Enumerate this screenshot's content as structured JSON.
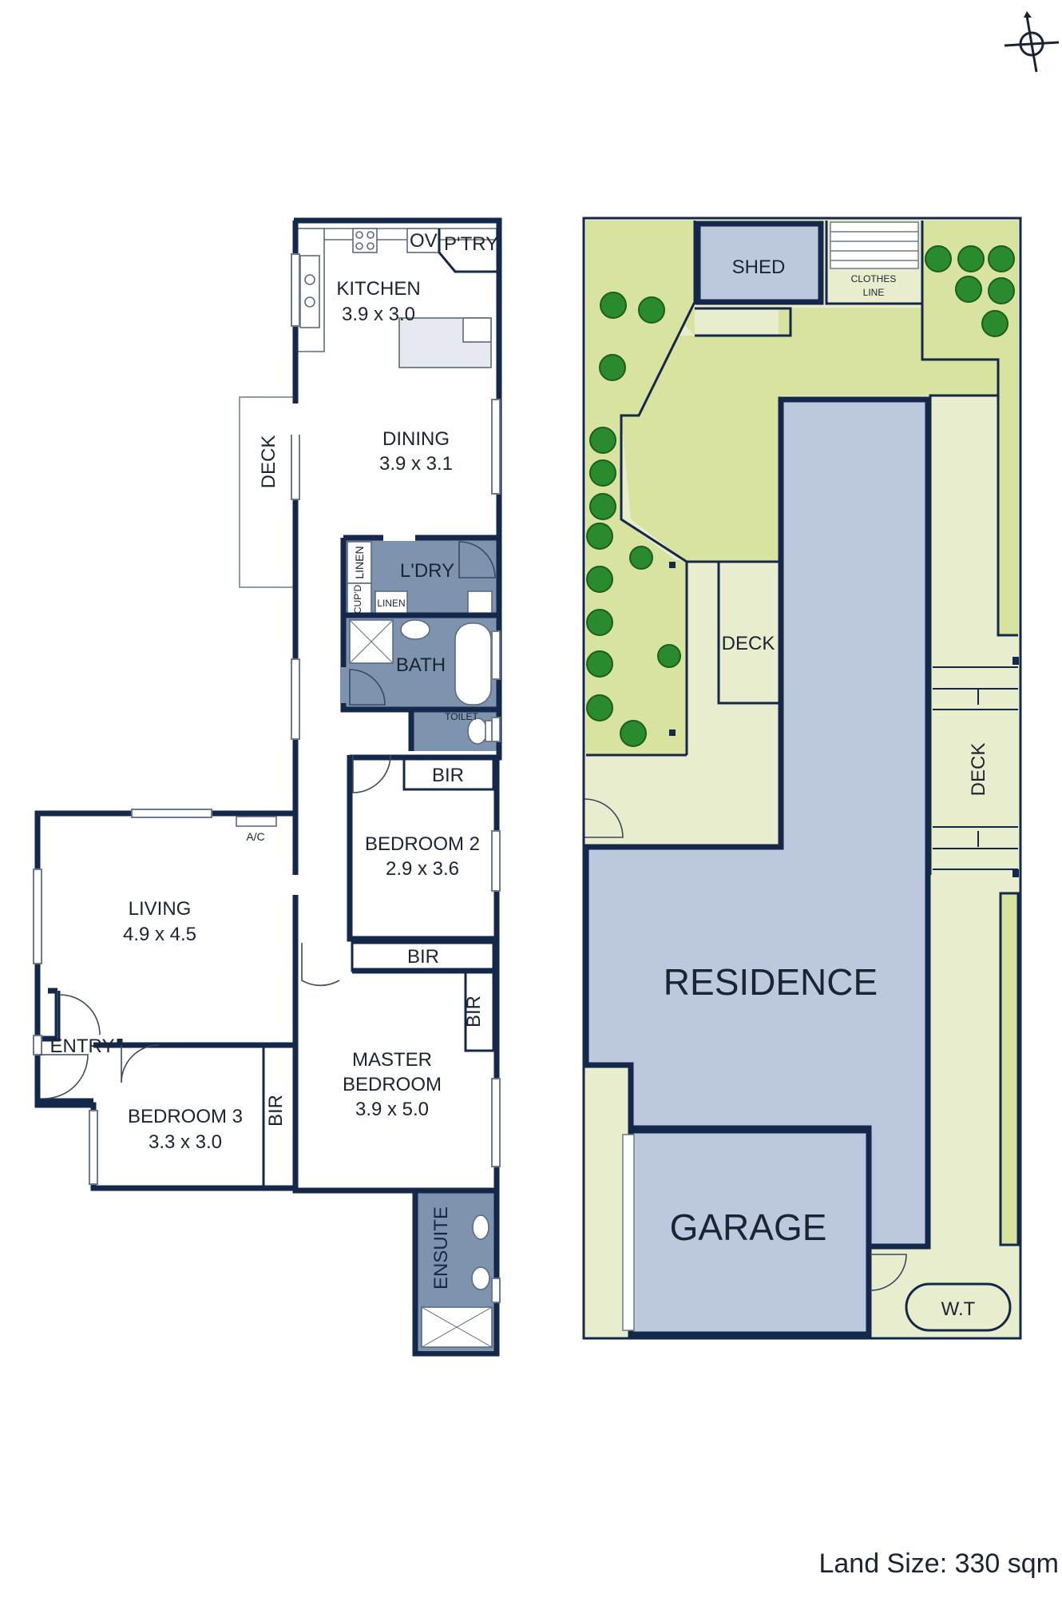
{
  "rooms": {
    "kitchen": {
      "name": "KITCHEN",
      "size": "3.9 x 3.0"
    },
    "dining": {
      "name": "DINING",
      "size": "3.9 x 3.1"
    },
    "living": {
      "name": "LIVING",
      "size": "4.9 x 4.5"
    },
    "bedroom2": {
      "name": "BEDROOM 2",
      "size": "2.9 x 3.6"
    },
    "bedroom3": {
      "name": "BEDROOM 3",
      "size": "3.3 x 3.0"
    },
    "master": {
      "name_line1": "MASTER",
      "name_line2": "BEDROOM",
      "size": "3.9 x 5.0"
    }
  },
  "labels": {
    "ov": "OV",
    "pantry": "P'TRY",
    "deck": "DECK",
    "laundry": "L'DRY",
    "linen": "LINEN",
    "cupd": "CUP'D",
    "bath": "BATH",
    "toilet": "TOILET",
    "bir": "BIR",
    "ac": "A/C",
    "entry": "ENTRY",
    "ensuite": "ENSUITE"
  },
  "site": {
    "shed": "SHED",
    "clothes_line_1": "CLOTHES",
    "clothes_line_2": "LINE",
    "deck": "DECK",
    "residence": "RESIDENCE",
    "garage": "GARAGE",
    "water_tank": "W.T"
  },
  "land_size": "Land Size: 330 sqm",
  "icons": [
    "compass-icon",
    "tree-icon",
    "sink-icon",
    "cooktop-icon",
    "bathtub-icon",
    "shower-icon",
    "toilet-icon",
    "washbasin-icon",
    "door-swing-icon"
  ],
  "colors": {
    "wall": "#14284b",
    "wet_area": "#7e93ad",
    "lawn": "#d7e39f",
    "paving": "#e8edcd",
    "building": "#bcc8de",
    "tree": "#2a8a2e"
  }
}
